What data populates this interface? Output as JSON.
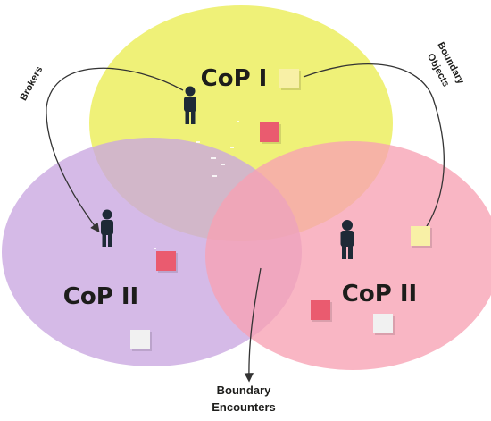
{
  "circles": [
    {
      "id": "top",
      "label": "CoP I",
      "color": "#eef06c"
    },
    {
      "id": "left",
      "label": "CoP II",
      "color": "#c9a6e0"
    },
    {
      "id": "right",
      "label": "CoP II",
      "color": "#f7a2b4"
    }
  ],
  "annotations": {
    "brokers": "Brokers",
    "boundary_objects_line1": "Boundary",
    "boundary_objects_line2": "Objects",
    "boundary_encounters_line1": "Boundary",
    "boundary_encounters_line2": "Encounters"
  },
  "colors": {
    "person": "#1e2a36",
    "note_red": "#ea5b6f",
    "note_yellow": "#f8f0a6",
    "note_white": "#f1f1f1",
    "arrow": "#333333"
  },
  "icons": [
    "person-icon",
    "sticky-note-icon",
    "arrow-icon"
  ]
}
